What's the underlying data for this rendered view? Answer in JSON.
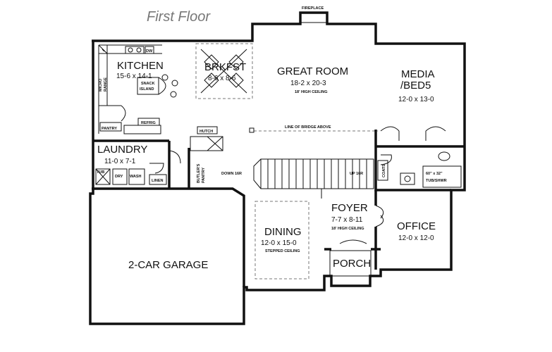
{
  "title": "First Floor",
  "rooms": {
    "kitchen": {
      "name": "KITCHEN",
      "size": "15-6 x 14-1"
    },
    "brkfst": {
      "name": "BRKFST",
      "size": "8-6 x 8-6"
    },
    "great_room": {
      "name": "GREAT ROOM",
      "size": "18-2 x 20-3",
      "note": "18' HIGH CEILING"
    },
    "media": {
      "name_line1": "MEDIA",
      "name_line2": "/BED5",
      "size": "12-0 x 13-0"
    },
    "laundry": {
      "name": "LAUNDRY",
      "size": "11-0 x 7-1"
    },
    "foyer": {
      "name": "FOYER",
      "size": "7-7 x 8-11",
      "note": "18' HIGH CEILING"
    },
    "office": {
      "name": "OFFICE",
      "size": "12-0 x 12-0"
    },
    "dining": {
      "name": "DINING",
      "size": "12-0 x 15-0",
      "note": "STEPPED CEILING"
    },
    "garage": {
      "name": "2-CAR GARAGE"
    },
    "porch": {
      "name": "PORCH"
    }
  },
  "fixtures": {
    "fireplace": "FIREPLACE",
    "dw": "DW",
    "snack_island_line1": "SNACK",
    "snack_island_line2": "ISLAND",
    "micro": "MICRO",
    "range": "RANGE",
    "refrig": "REFRIG",
    "pantry": "PANTRY",
    "hutch": "HUTCH",
    "butlers_pantry_line1": "BUTLER'S",
    "butlers_pantry_line2": "PANTRY",
    "tub": "TUB",
    "dry": "DRY",
    "wash": "WASH",
    "linen": "LINEN",
    "down": "DOWN 16R",
    "up": "UP 16R",
    "bridge": "LINE OF BRIDGE ABOVE",
    "coats": "COATS",
    "tub_shower_line1": "60\" x 32\"",
    "tub_shower_line2": "TUB/SHWR"
  }
}
